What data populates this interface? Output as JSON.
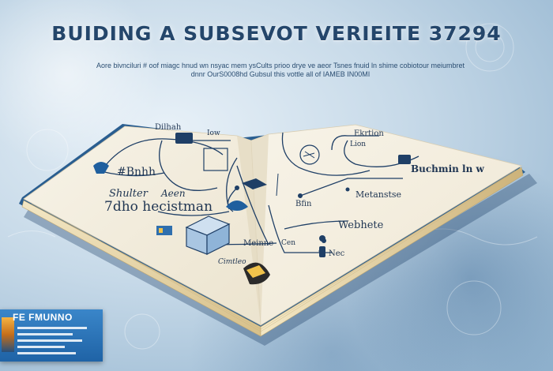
{
  "title": "BUIDING A SUBSEVOT VERIEITE 37294",
  "subtitle": {
    "line1": "Aore bivnciluri # oof miagc hnud wn nsyac mem ysCults  prioo drye ve aeor Tsnes  fnuid ln shime cobiotour meiumbret",
    "line2": "dnnr OurS0008hd Gubsul this vottle all of IAMEB IN00MI"
  },
  "book": {
    "labels": {
      "top_left": "Dilhah",
      "top_left_sub": "Iow",
      "top_right": "Ekrtion",
      "top_right_sub": "Lion",
      "right": "Buchmin ln w",
      "left": "#Bnhh",
      "left_sub": "Shulter",
      "left_sub2": "Aeen",
      "main_left": "7dho hecistman",
      "mid_right": "Metanstse",
      "website": "Webhete",
      "center": "Bfin",
      "bottom_left": "Meinne",
      "bottom_mid": "Cen",
      "bottom_right": "Nec",
      "corner": "Cimtleo"
    }
  },
  "badge": {
    "title": "FE FMUNNO"
  },
  "colors": {
    "title": "#24466b",
    "ink": "#1f3552",
    "accent": "#1f5f9e",
    "page": "#f5f0e3",
    "badge": "#2a74b8"
  }
}
